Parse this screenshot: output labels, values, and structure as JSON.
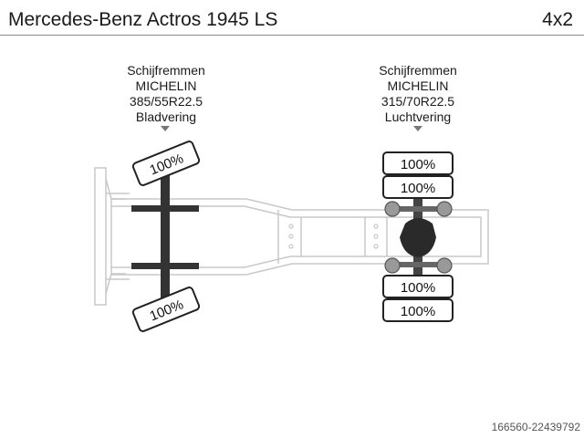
{
  "header": {
    "title": "Mercedes-Benz Actros 1945 LS",
    "axle_config": "4x2"
  },
  "axles": [
    {
      "brake": "Schijfremmen",
      "tire_brand": "MICHELIN",
      "tire_size": "385/55R22.5",
      "suspension": "Bladvering",
      "tires": [
        "100%",
        "100%"
      ]
    },
    {
      "brake": "Schijfremmen",
      "tire_brand": "MICHELIN",
      "tire_size": "315/70R22.5",
      "suspension": "Luchtvering",
      "tires": [
        "100%",
        "100%",
        "100%",
        "100%"
      ]
    }
  ],
  "footer": {
    "reference": "166560-22439792"
  }
}
